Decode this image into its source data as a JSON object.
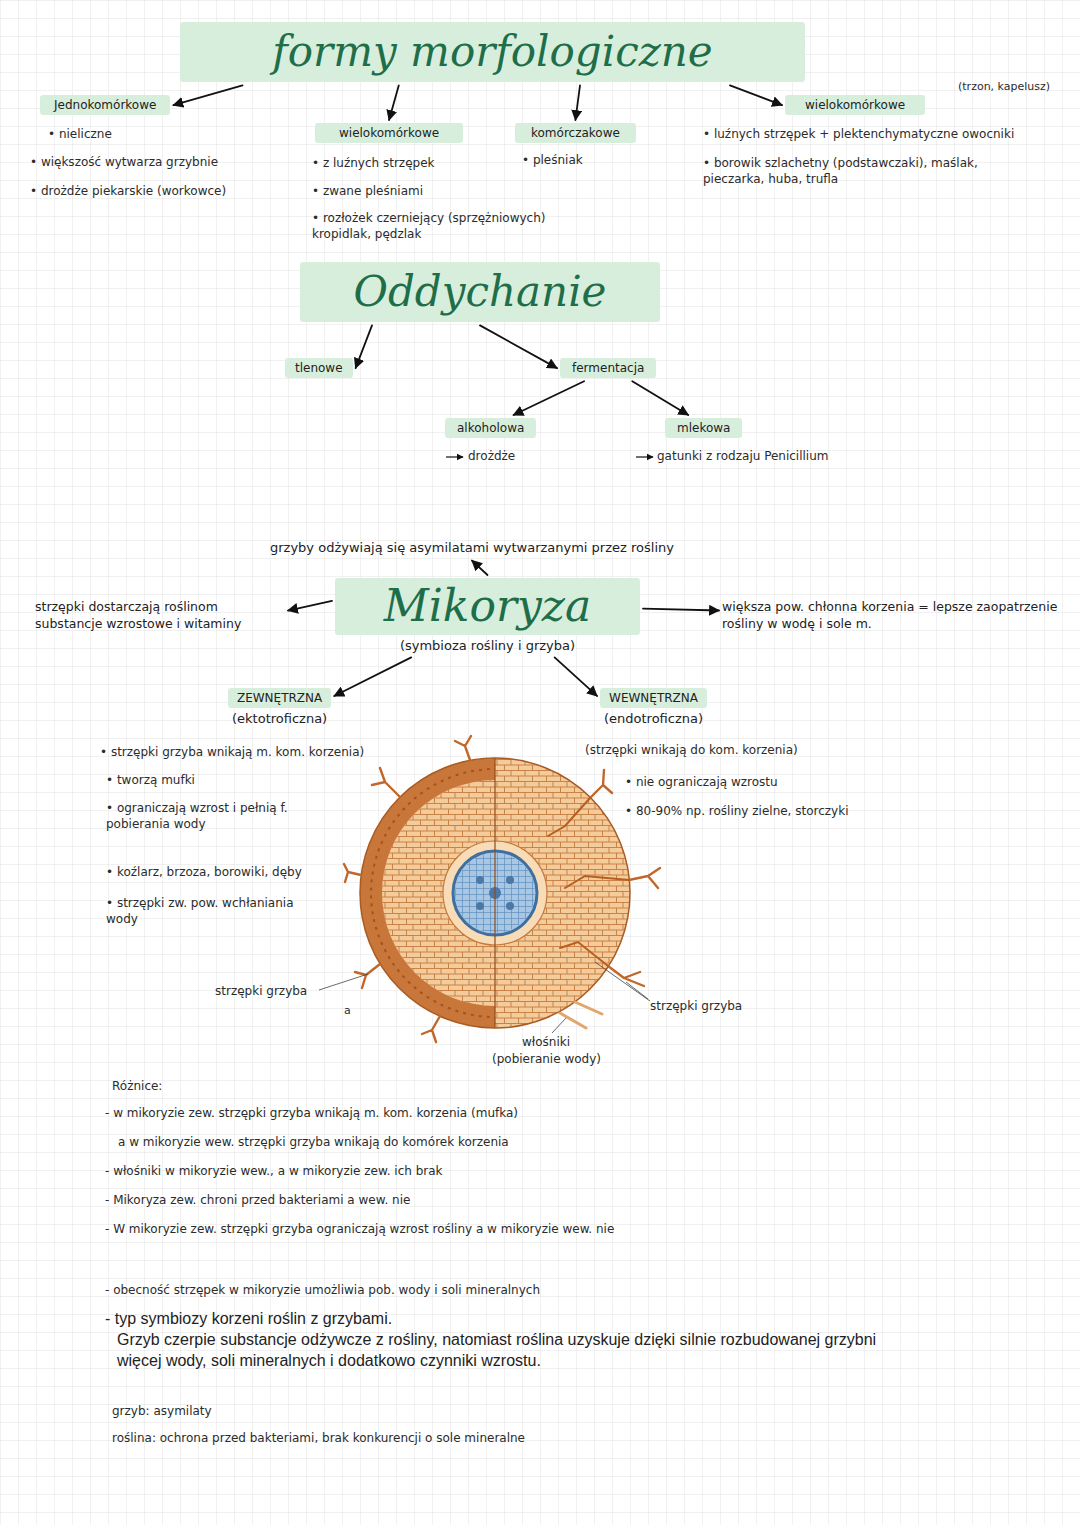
{
  "diagram": {
    "nodes": [
      {
        "text": [
          "formy morfologiczne"
        ]
      },
      {
        "text": [
          "Jednokomórkowe"
        ]
      },
      {
        "text": [
          "wielokomórkowe"
        ]
      },
      {
        "text": [
          "komórczakowe"
        ]
      },
      {
        "text": [
          "wielokomórkowe"
        ]
      },
      {
        "text": [
          "Oddychanie"
        ]
      },
      {
        "text": [
          "tlenowe"
        ]
      },
      {
        "text": [
          "fermentacja"
        ]
      },
      {
        "text": [
          "alkoholowa"
        ]
      },
      {
        "text": [
          "mlekowa"
        ]
      },
      {
        "text": [
          "grzyby odżywiają się asymilatami wytwarzanymi przez rośliny"
        ]
      },
      {
        "text": [
          "strzępki dostarczają roślinom substancje wzrostowe i witaminy"
        ]
      },
      {
        "text": [
          "Mikoryza",
          "(symbioza rośliny i grzyba)"
        ]
      },
      {
        "text": [
          "większa pow. chłonna korzenia = lepsze zaopatrzenie rośliny w wodę i sole m."
        ]
      },
      {
        "text": [
          "ZEWNĘTRZNA",
          "(ektotroficzna)"
        ]
      },
      {
        "text": [
          "WEWNĘTRZNA",
          "(endotroficzna)"
        ]
      }
    ],
    "edges": [
      {
        "from": 0,
        "to": 1,
        "arrow": "to"
      },
      {
        "from": 0,
        "to": 2,
        "arrow": "to"
      },
      {
        "from": 0,
        "to": 3,
        "arrow": "to"
      },
      {
        "from": 0,
        "to": 4,
        "arrow": "to"
      },
      {
        "from": 5,
        "to": 6,
        "arrow": "to"
      },
      {
        "from": 5,
        "to": 7,
        "arrow": "to"
      },
      {
        "from": 7,
        "to": 8,
        "arrow": "to"
      },
      {
        "from": 7,
        "to": 9,
        "arrow": "to"
      },
      {
        "from": 12,
        "to": 10,
        "arrow": "to"
      },
      {
        "from": 12,
        "to": 11,
        "arrow": "to"
      },
      {
        "from": 12,
        "to": 13,
        "arrow": "to"
      },
      {
        "from": 12,
        "to": 14,
        "arrow": "to"
      },
      {
        "from": 12,
        "to": 15,
        "arrow": "to"
      }
    ],
    "labels": [
      "• nieliczne",
      "• większość wytwarza grzybnie",
      "• drożdże piekarskie (workowce)",
      "• z luźnych strzępek",
      "• zwane pleśniami",
      "• rozłożek czerniejący (sprzężniowych) kropidlak, pędzlak",
      "• pleśniak",
      "(trzon, kapelusz)",
      "• luźnych strzępek + plektenchymatyczne owocniki",
      "• borowik szlachetny (podstawczaki), maślak, pieczarka, huba, trufla",
      "drożdże",
      "gatunki z rodzaju Penicillium",
      "• strzępki grzyba wnikają m. kom. korzenia)",
      "• tworzą mufki",
      "• ograniczają wzrost i pełnią f. pobierania wody",
      "• koźlarz, brzoza, borowiki, dęby",
      "• strzępki zw. pow. wchłaniania wody",
      "strzępki grzyba",
      "a",
      "(strzępki wnikają do kom. korzenia)",
      "• nie ograniczają wzrostu",
      "• 80-90% np. rośliny zielne, storczyki",
      "włośniki",
      "(pobieranie wody)",
      "strzępki grzyba",
      "Różnice:",
      "- w mikoryzie zew. strzępki grzyba wnikają m. kom. korzenia (mufka)",
      "a w mikoryzie wew. strzępki grzyba wnikają do komórek korzenia",
      "- włośniki w mikoryzie wew., a w mikoryzie zew. ich brak",
      "- Mikoryza zew. chroni przed bakteriami a wew. nie",
      "- W mikoryzie zew. strzępki grzyba ograniczają wzrost rośliny a w mikoryzie wew. nie",
      "- obecność strzępek w mikoryzie umożliwia pob. wody i soli mineralnych",
      "- typ symbiozy korzeni roślin z grzybami.",
      "Grzyb czerpie substancje odżywcze z rośliny, natomiast roślina uzyskuje dzięki silnie rozbudowanej grzybni więcej wody, soli mineralnych i dodatkowo czynniki wzrostu.",
      "grzyb: asymilaty",
      "roślina: ochrona przed bakteriami, brak konkurencji o sole mineralne"
    ]
  }
}
